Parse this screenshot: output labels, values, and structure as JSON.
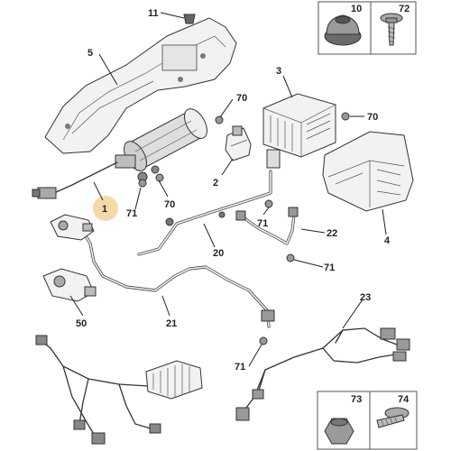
{
  "callouts": {
    "c1": "1",
    "c2": "2",
    "c3": "3",
    "c4": "4",
    "c5": "5",
    "c10": "10",
    "c11": "11",
    "c20": "20",
    "c21": "21",
    "c22": "22",
    "c23": "23",
    "c50": "50",
    "c70a": "70",
    "c70b": "70",
    "c70c": "70",
    "c71a": "71",
    "c71b": "71",
    "c71c": "71",
    "c71d": "71",
    "c72": "72",
    "c73": "73",
    "c74": "74"
  },
  "colors": {
    "highlight": "#f5d9a8",
    "line": "#333333"
  }
}
